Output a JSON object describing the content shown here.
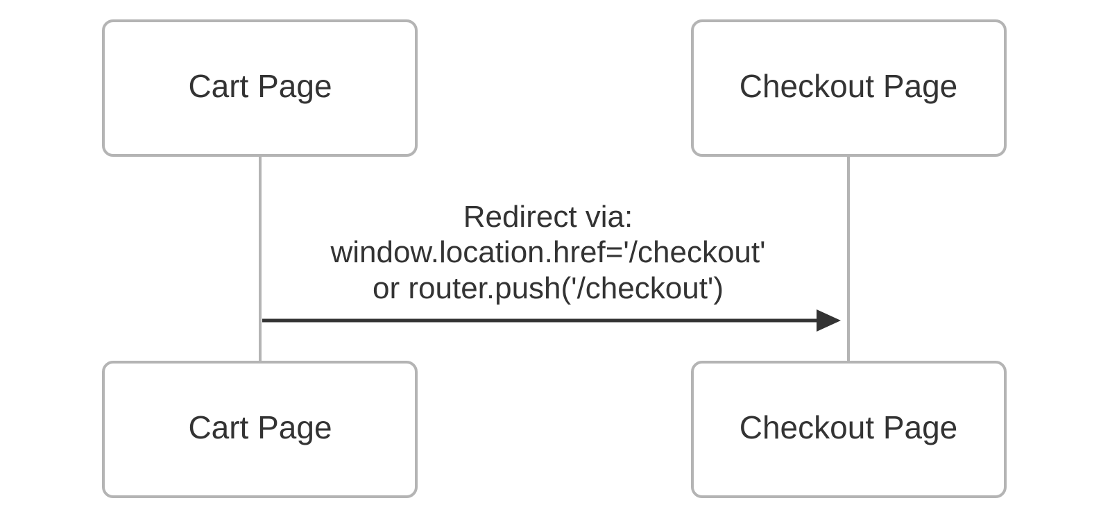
{
  "participants": [
    {
      "id": "cart",
      "label": "Cart Page"
    },
    {
      "id": "checkout",
      "label": "Checkout Page"
    }
  ],
  "messages": [
    {
      "from": "cart",
      "to": "checkout",
      "lines": [
        "Redirect via:",
        "window.location.href='/checkout'",
        "or router.push('/checkout')"
      ]
    }
  ]
}
